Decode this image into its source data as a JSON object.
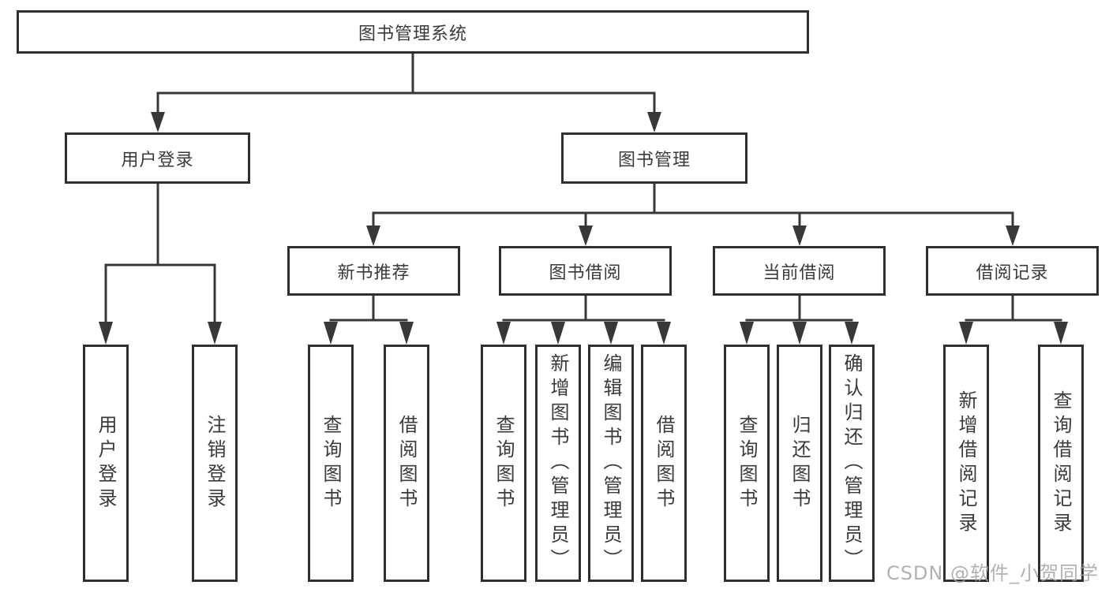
{
  "tree": {
    "root": "图书管理系统",
    "user_login": {
      "label": "用户登录",
      "children": [
        "用户登录",
        "注销登录"
      ]
    },
    "book_mgmt": {
      "label": "图书管理",
      "sections": [
        {
          "label": "新书推荐",
          "children": [
            "查询图书",
            "借阅图书"
          ]
        },
        {
          "label": "图书借阅",
          "children": [
            "查询图书",
            "新增图书（管理员）",
            "编辑图书（管理员）",
            "借阅图书"
          ]
        },
        {
          "label": "当前借阅",
          "children": [
            "查询图书",
            "归还图书",
            "确认归还（管理员）"
          ]
        },
        {
          "label": "借阅记录",
          "children": [
            "新增借阅记录",
            "查询借阅记录"
          ]
        }
      ]
    }
  },
  "watermark": {
    "text": "CSDN @软件_小贺同学"
  },
  "colors": {
    "line": "#383838",
    "box_border": "#2f2f2f",
    "text": "#3a3a3a",
    "watermark": "#a8a2a2",
    "background": "#ffffff"
  }
}
